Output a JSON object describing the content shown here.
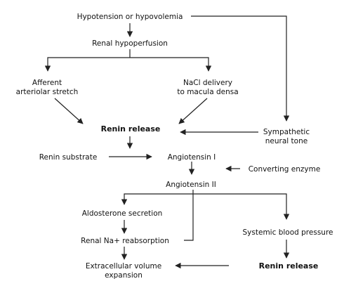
{
  "nodes": {
    "hypotension": "Hypotension or hypovolemia",
    "renal_hypoperfusion": "Renal hypoperfusion",
    "afferent_1": "Afferent",
    "afferent_2": "arteriolar stretch",
    "nacl_1": "NaCl delivery",
    "nacl_2": "to macula densa",
    "renin_release_top": "Renin release",
    "sympathetic_1": "Sympathetic",
    "sympathetic_2": "neural tone",
    "renin_substrate": "Renin substrate",
    "angiotensin_1": "Angiotensin I",
    "converting_enzyme": "Converting enzyme",
    "angiotensin_2": "Angiotensin II",
    "aldosterone": "Aldosterone secretion",
    "renal_na": "Renal Na+ reabsorption",
    "systemic_bp": "Systemic blood pressure",
    "ecv_1": "Extracellular volume",
    "ecv_2": "expansion",
    "renin_release_bottom": "Renin release"
  }
}
